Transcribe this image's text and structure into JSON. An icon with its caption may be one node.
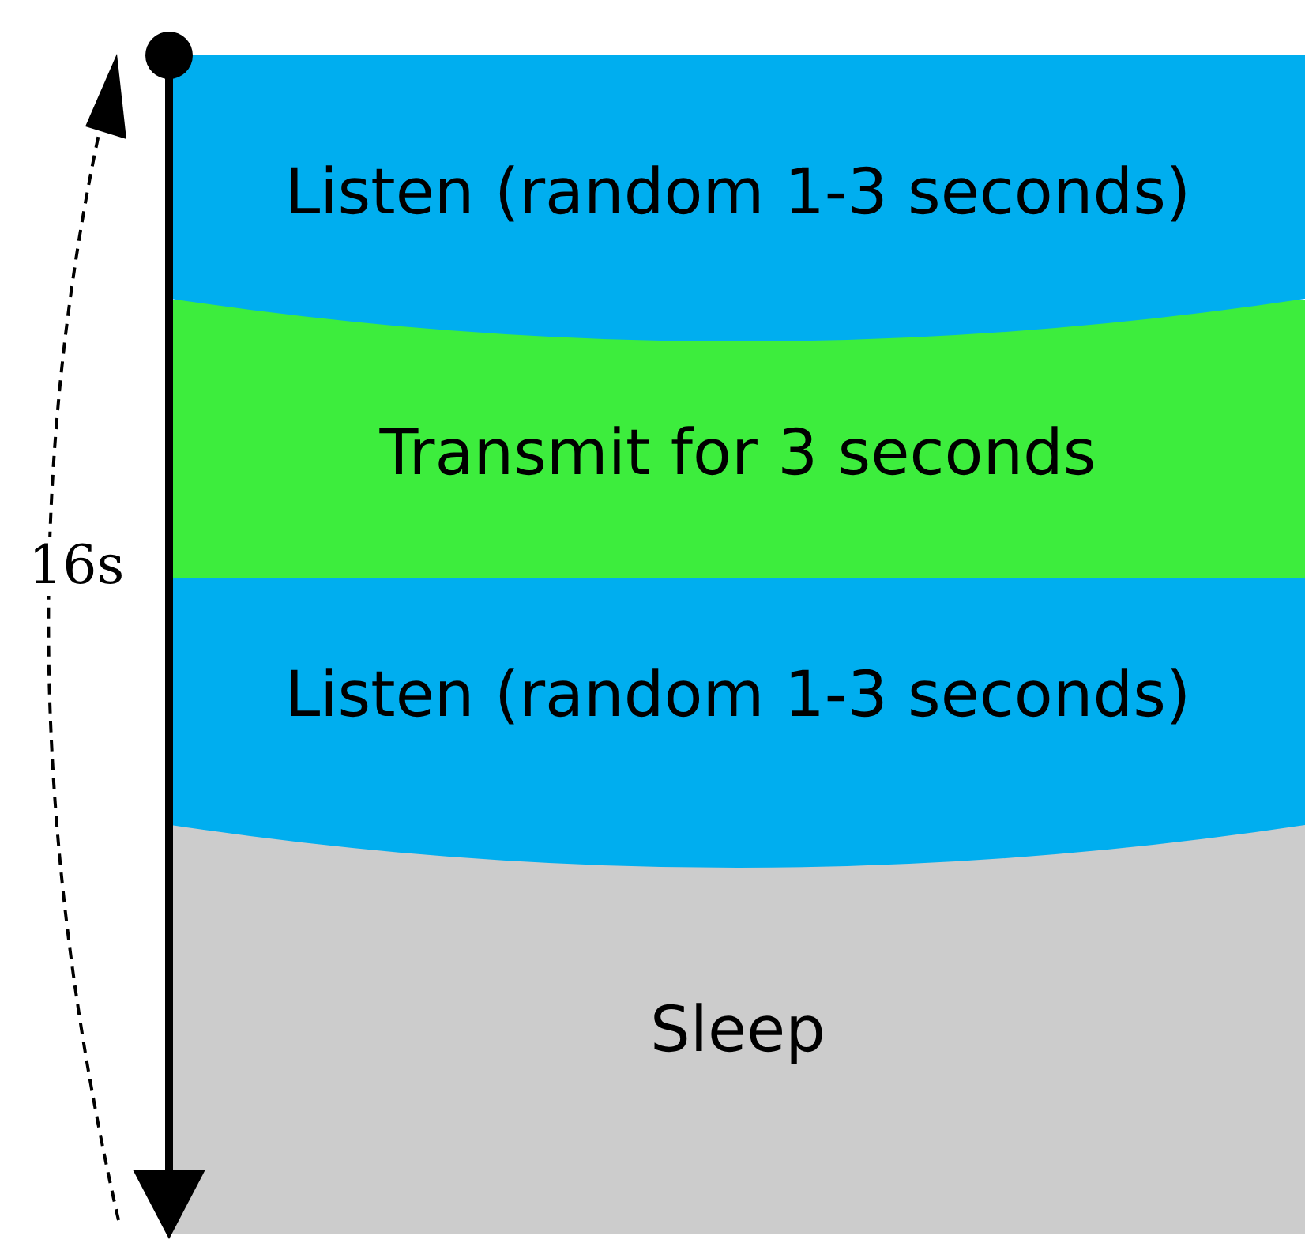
{
  "diagram": {
    "nodes": [
      {
        "text": [
          "Listen (random 1-3 seconds)"
        ]
      },
      {
        "text": [
          "Transmit for 3 seconds"
        ]
      },
      {
        "text": [
          "Listen (random 1-3 seconds)"
        ]
      },
      {
        "text": [
          "Sleep"
        ]
      }
    ],
    "labels": [
      "16s"
    ]
  }
}
